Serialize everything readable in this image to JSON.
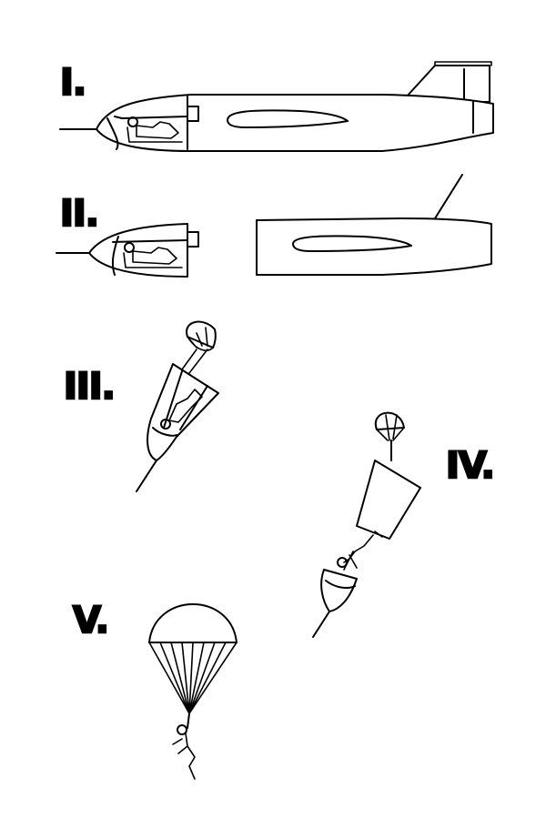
{
  "steps": [
    {
      "id": "I",
      "label": "I."
    },
    {
      "id": "II",
      "label": "II."
    },
    {
      "id": "III",
      "label": "III."
    },
    {
      "id": "IV",
      "label": "IV."
    },
    {
      "id": "V",
      "label": "V."
    }
  ],
  "colors": {
    "ink": "#000000",
    "background": "#ffffff"
  }
}
